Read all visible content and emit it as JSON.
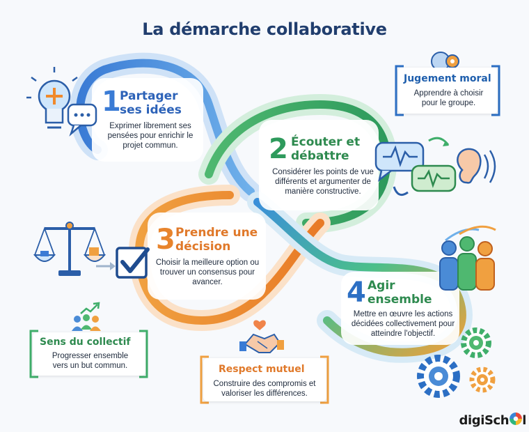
{
  "title": "La démarche collaborative",
  "steps": [
    {
      "number": "1",
      "heading": "Partager ses idées",
      "desc": "Exprimer librement ses pensées pour enrichir le projet commun.",
      "color": "#3a7bd5"
    },
    {
      "number": "2",
      "heading": "Écouter et débattre",
      "desc": "Considérer les points de vue différents et argumenter de manière constructive.",
      "color": "#2e9a5c"
    },
    {
      "number": "3",
      "heading": "Prendre une décision",
      "desc": "Choisir la meilleure option ou trouver un consensus pour avancer.",
      "color": "#e8842c"
    },
    {
      "number": "4",
      "heading": "Agir ensemble",
      "desc": "Mettre en œuvre les actions décidées collectivement pour atteindre l'objectif.",
      "color": "#2c6fc4"
    }
  ],
  "cards": {
    "jugement": {
      "title": "Jugement moral",
      "desc": "Apprendre à choisir pour le groupe.",
      "color": "#1f5fad"
    },
    "collectif": {
      "title": "Sens du collectif",
      "desc": "Progresser ensemble vers un but commun.",
      "color": "#2e9a5c"
    },
    "respect": {
      "title": "Respect mutuel",
      "desc": "Construire des compromis et valoriser les différences.",
      "color": "#e0792a"
    }
  },
  "icons": [
    "lightbulb-icon",
    "chat-bubble-icon",
    "brain-gear-icon",
    "speech-bubbles-icon",
    "ear-icon",
    "scale-icon",
    "checkbox-icon",
    "team-icon",
    "gears-icon",
    "growth-group-icon",
    "handshake-heart-icon"
  ],
  "logo": {
    "prefix": "digiSch",
    "suffix": "l"
  }
}
